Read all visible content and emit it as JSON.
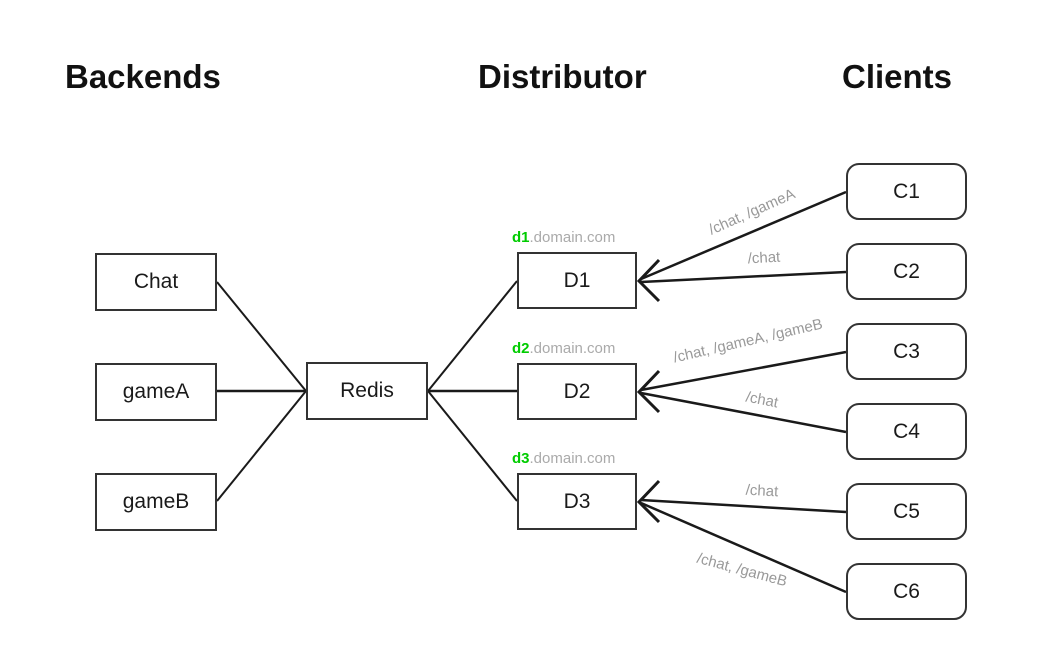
{
  "diagram": {
    "headers": {
      "backends": "Backends",
      "distributor": "Distributor",
      "clients": "Clients"
    },
    "colors": {
      "green_accent": "#00cc00",
      "domain_gray": "#aaaaaa",
      "edge_label_gray": "#999999",
      "line_black": "#1a1a1a",
      "border_dark": "#333333"
    },
    "backends": [
      {
        "label": "Chat"
      },
      {
        "label": "gameA"
      },
      {
        "label": "gameB"
      }
    ],
    "hub": {
      "label": "Redis"
    },
    "distributors": [
      {
        "label": "D1",
        "domain_prefix": "d1",
        "domain_suffix": ".domain.com"
      },
      {
        "label": "D2",
        "domain_prefix": "d2",
        "domain_suffix": ".domain.com"
      },
      {
        "label": "D3",
        "domain_prefix": "d3",
        "domain_suffix": ".domain.com"
      }
    ],
    "clients": [
      {
        "label": "C1"
      },
      {
        "label": "C2"
      },
      {
        "label": "C3"
      },
      {
        "label": "C4"
      },
      {
        "label": "C5"
      },
      {
        "label": "C6"
      }
    ],
    "edges": [
      {
        "from": "C1",
        "to": "D1",
        "label": "/chat, /gameA"
      },
      {
        "from": "C2",
        "to": "D1",
        "label": "/chat"
      },
      {
        "from": "C3",
        "to": "D2",
        "label": "/chat, /gameA, /gameB"
      },
      {
        "from": "C4",
        "to": "D2",
        "label": "/chat"
      },
      {
        "from": "C5",
        "to": "D3",
        "label": "/chat"
      },
      {
        "from": "C6",
        "to": "D3",
        "label": "/chat, /gameB"
      }
    ],
    "plain_connections": [
      {
        "from": "Chat",
        "to": "Redis"
      },
      {
        "from": "gameA",
        "to": "Redis"
      },
      {
        "from": "gameB",
        "to": "Redis"
      },
      {
        "from": "Redis",
        "to": "D1"
      },
      {
        "from": "Redis",
        "to": "D2"
      },
      {
        "from": "Redis",
        "to": "D3"
      }
    ]
  }
}
